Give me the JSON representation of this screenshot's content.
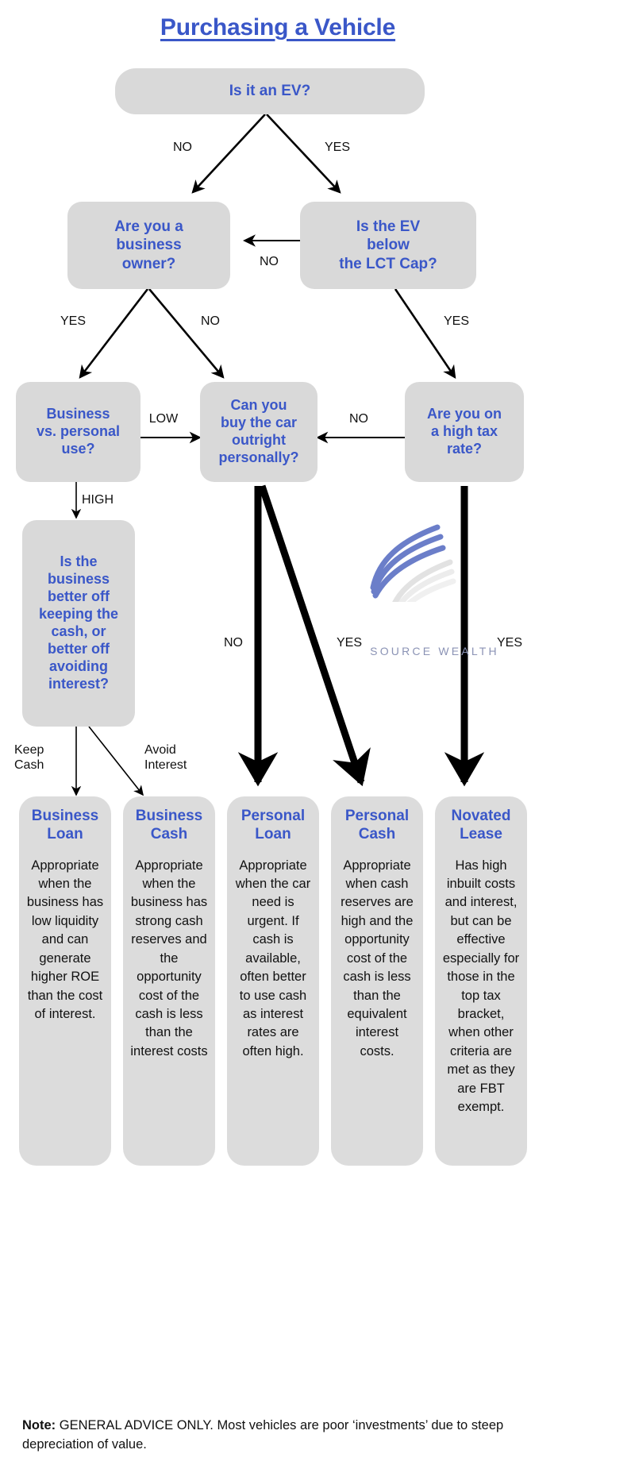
{
  "title": "Purchasing a Vehicle",
  "colors": {
    "node_text": "#3a57c8",
    "node_fill": "#d9d9d9",
    "card_fill": "#dcdcdc",
    "edge": "#000000",
    "logo_blue": "#6b7ec9",
    "logo_text": "#8b93b5",
    "background": "#ffffff"
  },
  "brand": {
    "name": "SOURCE WEALTH",
    "mark": "wing-feather-logo"
  },
  "nodes": {
    "is_ev": "Is it an EV?",
    "business_owner": "Are you a\nbusiness\nowner?",
    "lct_cap": "Is the EV\nbelow\nthe LCT Cap?",
    "business_vs_personal": "Business\nvs. personal\nuse?",
    "buy_outright": "Can you\nbuy the car\noutright\npersonally?",
    "high_tax_rate": "Are you on\na high tax\nrate?",
    "keep_or_avoid": "Is the\nbusiness\nbetter off\nkeeping the\ncash, or\nbetter off\navoiding\ninterest?"
  },
  "edge_labels": {
    "ev_no": "NO",
    "ev_yes": "YES",
    "lct_no": "NO",
    "owner_yes": "YES",
    "owner_no": "NO",
    "lct_yes": "YES",
    "use_low": "LOW",
    "use_high": "HIGH",
    "tax_no": "NO",
    "outright_no": "NO",
    "outright_yes": "YES",
    "tax_yes": "YES",
    "keep_cash": "Keep\nCash",
    "avoid_interest": "Avoid\nInterest"
  },
  "results": [
    {
      "title": "Business\nLoan",
      "body": "Appropriate when the business has low liquidity and can generate higher ROE than the cost of interest."
    },
    {
      "title": "Business\nCash",
      "body": "Appropriate when the business has strong cash reserves and the opportunity cost of the cash is less than the interest costs"
    },
    {
      "title": "Personal\nLoan",
      "body": "Appropriate when the car need is urgent. If cash is available, often better to use cash as interest rates are often high."
    },
    {
      "title": "Personal\nCash",
      "body": "Appropriate when cash reserves are high and the opportunity cost of the cash is less than the equivalent interest costs."
    },
    {
      "title": "Novated\nLease",
      "body": "Has high inbuilt costs and interest, but can be effective especially for those in the top tax bracket, when other criteria are met as they are FBT exempt."
    }
  ],
  "footer": {
    "label": "Note:",
    "text": " GENERAL ADVICE ONLY. Most vehicles are poor ‘investments’ due to steep depreciation of value."
  }
}
